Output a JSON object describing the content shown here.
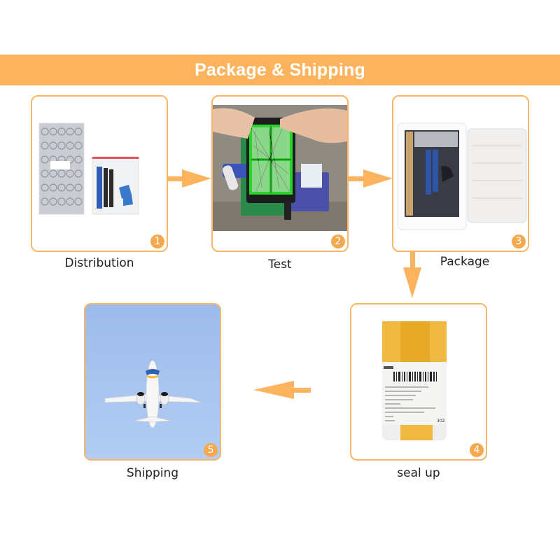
{
  "header": {
    "title": "Package & Shipping"
  },
  "colors": {
    "accent": "#fbb45d",
    "border": "#f6b766",
    "badge": "#f5a94e",
    "sky": "#a9c6f0"
  },
  "steps": [
    {
      "number": "1",
      "label": "Distribution",
      "image": "bubble-bag-and-tool-kit"
    },
    {
      "number": "2",
      "label": "Test",
      "image": "screen-tester-with-phone"
    },
    {
      "number": "3",
      "label": "Package",
      "image": "foam-box-packaging"
    },
    {
      "number": "4",
      "label": "seal up",
      "image": "sealed-box-with-shipping-label"
    },
    {
      "number": "5",
      "label": "Shipping",
      "image": "airplane-in-sky"
    }
  ],
  "shipping_label": {
    "code": "302"
  }
}
